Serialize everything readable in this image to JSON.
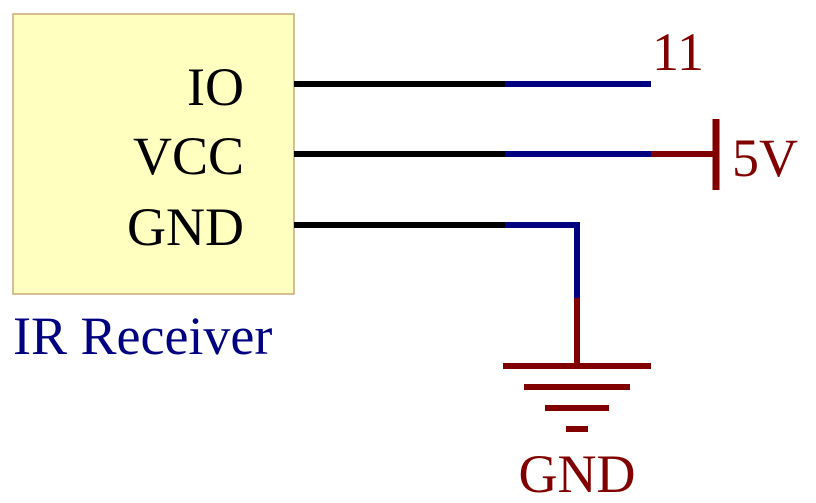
{
  "module": {
    "label": "IR Receiver",
    "pins": [
      {
        "id": "io",
        "label": "IO"
      },
      {
        "id": "vcc",
        "label": "VCC"
      },
      {
        "id": "gnd",
        "label": "GND"
      }
    ]
  },
  "nets": {
    "io_label": "11",
    "vcc_label": "5V",
    "gnd_label": "GND"
  },
  "colors": {
    "module_fill": "#ffffc0",
    "module_border": "#c8a878",
    "wire_black": "#000000",
    "wire_blue": "#000080",
    "power_red": "#800000",
    "label_blue": "#000080",
    "label_red": "#800000"
  }
}
